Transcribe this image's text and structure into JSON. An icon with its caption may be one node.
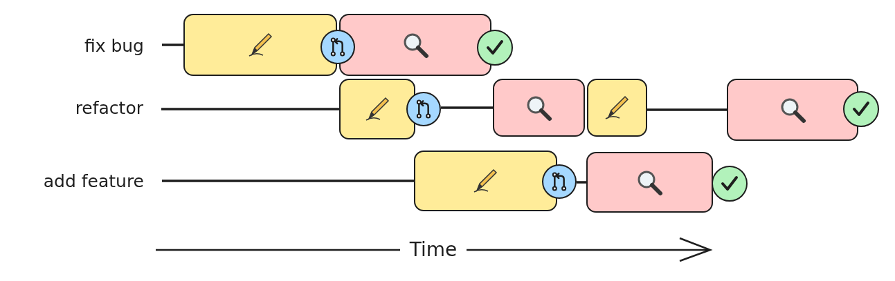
{
  "diagram": {
    "nodes": [
      {
        "text": [
          "fix bug"
        ]
      },
      {
        "text": [],
        "shape": "box"
      },
      {
        "text": [],
        "shape": "circle"
      },
      {
        "text": [],
        "shape": "box"
      },
      {
        "text": [],
        "shape": "circle"
      },
      {
        "text": [
          "refactor"
        ]
      },
      {
        "text": [],
        "shape": "box"
      },
      {
        "text": [],
        "shape": "circle"
      },
      {
        "text": [],
        "shape": "box"
      },
      {
        "text": [],
        "shape": "box"
      },
      {
        "text": [],
        "shape": "box"
      },
      {
        "text": [],
        "shape": "circle"
      },
      {
        "text": [
          "add feature"
        ]
      },
      {
        "text": [],
        "shape": "box"
      },
      {
        "text": [],
        "shape": "circle"
      },
      {
        "text": [],
        "shape": "box"
      },
      {
        "text": [],
        "shape": "circle"
      }
    ],
    "edges": [
      {
        "from": 0,
        "to": 1,
        "arrow": "none"
      },
      {
        "from": 5,
        "to": 6,
        "arrow": "none"
      },
      {
        "from": 7,
        "to": 8,
        "arrow": "none"
      },
      {
        "from": 9,
        "to": 10,
        "arrow": "none"
      },
      {
        "from": 12,
        "to": 13,
        "arrow": "none"
      },
      {
        "from": 14,
        "to": 15,
        "arrow": "none"
      }
    ],
    "labels": [
      "Time"
    ]
  }
}
